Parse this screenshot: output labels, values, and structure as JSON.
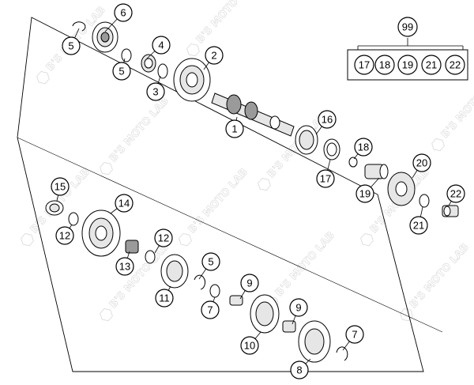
{
  "diagram": {
    "watermark_text": "B'S MOTO LAB",
    "kit": {
      "label": "99",
      "members": [
        "17",
        "18",
        "19",
        "21",
        "22"
      ]
    },
    "callouts": [
      "6",
      "5",
      "4",
      "2",
      "5",
      "3",
      "1",
      "16",
      "18",
      "17",
      "20",
      "19",
      "22",
      "21",
      "15",
      "14",
      "12",
      "12",
      "13",
      "5",
      "11",
      "9",
      "7",
      "9",
      "10",
      "7",
      "8"
    ]
  }
}
